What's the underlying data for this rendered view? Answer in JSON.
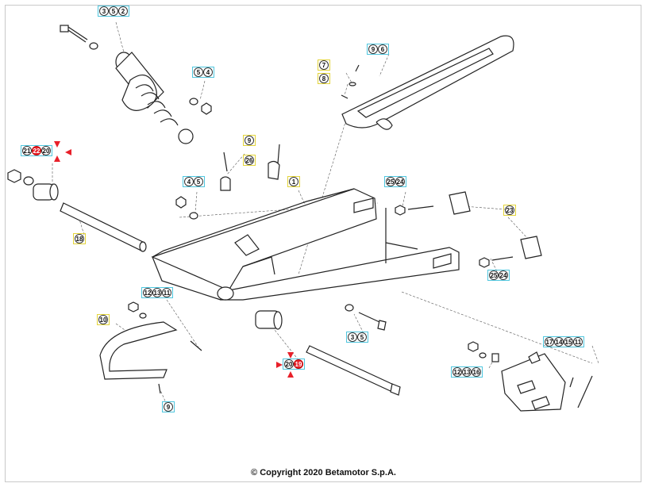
{
  "copyright": "© Copyright 2020 Betamotor S.p.A.",
  "callouts": [
    {
      "id": "c-3-5-2",
      "color": "cyan",
      "nums": [
        "3",
        "5",
        "2"
      ]
    },
    {
      "id": "c-5-4-shock",
      "color": "cyan",
      "nums": [
        "5",
        "4"
      ]
    },
    {
      "id": "c-9-6",
      "color": "cyan",
      "nums": [
        "9",
        "6"
      ]
    },
    {
      "id": "c-7",
      "color": "yellow",
      "nums": [
        "7"
      ]
    },
    {
      "id": "c-8",
      "color": "yellow",
      "nums": [
        "8"
      ]
    },
    {
      "id": "c-21-22-20",
      "color": "cyan",
      "nums": [
        "21",
        "22",
        "20"
      ]
    },
    {
      "id": "c-9-top",
      "color": "yellow",
      "nums": [
        "9"
      ]
    },
    {
      "id": "c-26",
      "color": "yellow",
      "nums": [
        "26"
      ]
    },
    {
      "id": "c-4-5",
      "color": "cyan",
      "nums": [
        "4",
        "5"
      ]
    },
    {
      "id": "c-1",
      "color": "yellow",
      "nums": [
        "1"
      ]
    },
    {
      "id": "c-25-24-top",
      "color": "cyan",
      "nums": [
        "25",
        "24"
      ]
    },
    {
      "id": "c-23",
      "color": "yellow",
      "nums": [
        "23"
      ]
    },
    {
      "id": "c-18",
      "color": "yellow",
      "nums": [
        "18"
      ]
    },
    {
      "id": "c-25-24-bot",
      "color": "cyan",
      "nums": [
        "25",
        "24"
      ]
    },
    {
      "id": "c-12-13-11",
      "color": "cyan",
      "nums": [
        "12",
        "13",
        "11"
      ]
    },
    {
      "id": "c-10",
      "color": "yellow",
      "nums": [
        "10"
      ]
    },
    {
      "id": "c-3-5-mid",
      "color": "cyan",
      "nums": [
        "3",
        "5"
      ]
    },
    {
      "id": "c-20-19",
      "color": "cyan",
      "nums": [
        "20",
        "19"
      ]
    },
    {
      "id": "c-17-14-15-11",
      "color": "cyan",
      "nums": [
        "17",
        "14",
        "15",
        "11"
      ]
    },
    {
      "id": "c-12-13-16",
      "color": "cyan",
      "nums": [
        "12",
        "13",
        "16"
      ]
    },
    {
      "id": "c-9-bot",
      "color": "cyan",
      "nums": [
        "9"
      ]
    }
  ],
  "highlighted": [
    "20",
    "19"
  ]
}
